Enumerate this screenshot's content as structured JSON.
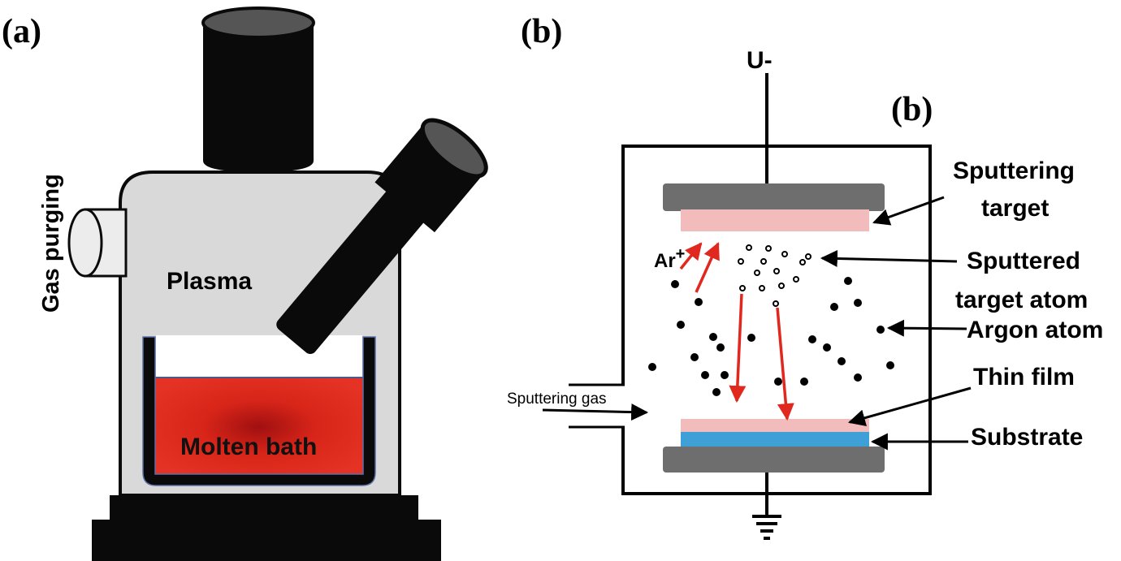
{
  "panel_a": {
    "label": "(a)",
    "plasma_text": "Plasma",
    "gas_purging_text": "Gas purging",
    "molten_bath_text": "Molten bath",
    "colors": {
      "chamber": "#d9d9d9",
      "metal_black": "#0a0a0a",
      "molten": "#e0281e",
      "molten_center": "#a01010",
      "gas_port": "#ececec"
    }
  },
  "panel_b": {
    "label_left": "(b)",
    "label_inset": "(b)",
    "voltage_text": "U-",
    "ar_ion_text": "Ar",
    "ar_ion_charge": "+",
    "sputtering_gas_text": "Sputtering gas",
    "labels": {
      "target_line1": "Sputtering",
      "target_line2": "target",
      "sputtered_line1": "Sputtered",
      "sputtered_line2": "target atom",
      "argon": "Argon atom",
      "thin_film": "Thin film",
      "substrate": "Substrate"
    },
    "colors": {
      "electrode": "#6e6e6e",
      "target": "#f2bcbc",
      "thin_film": "#f2bcbc",
      "substrate": "#3fa0d8",
      "arrow_red": "#e0281e",
      "line": "#000000"
    }
  }
}
